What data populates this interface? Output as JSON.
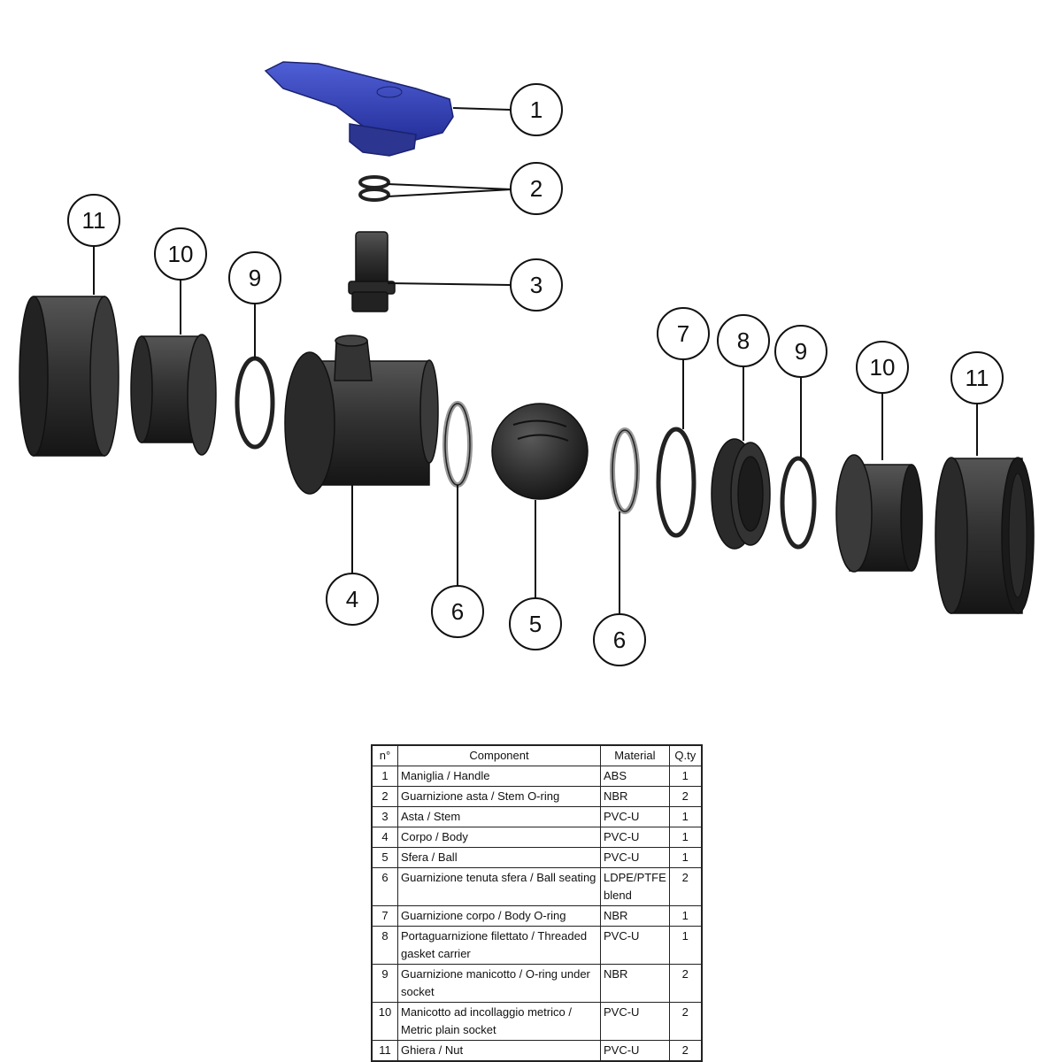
{
  "diagram": {
    "callouts": [
      "1",
      "2",
      "3",
      "4",
      "5",
      "6",
      "6",
      "7",
      "8",
      "9",
      "9",
      "10",
      "10",
      "11",
      "11"
    ],
    "handle_color": "#3344bb",
    "part_color": "#2b2b2b"
  },
  "table": {
    "headers": [
      "n°",
      "Component",
      "Material",
      "Q.ty"
    ],
    "rows": [
      {
        "n": "1",
        "component": "Maniglia / Handle",
        "material": "ABS",
        "qty": "1"
      },
      {
        "n": "2",
        "component": "Guarnizione asta / Stem O-ring",
        "material": "NBR",
        "qty": "2"
      },
      {
        "n": "3",
        "component": "Asta / Stem",
        "material": "PVC-U",
        "qty": "1"
      },
      {
        "n": "4",
        "component": "Corpo / Body",
        "material": "PVC-U",
        "qty": "1"
      },
      {
        "n": "5",
        "component": "Sfera / Ball",
        "material": "PVC-U",
        "qty": "1"
      },
      {
        "n": "6",
        "component": "Guarnizione tenuta sfera / Ball seating",
        "material": "LDPE/PTFE blend",
        "qty": "2"
      },
      {
        "n": "7",
        "component": "Guarnizione corpo / Body O-ring",
        "material": "NBR",
        "qty": "1"
      },
      {
        "n": "8",
        "component": "Portaguarnizione filettato / Threaded gasket carrier",
        "material": "PVC-U",
        "qty": "1"
      },
      {
        "n": "9",
        "component": "Guarnizione manicotto / O-ring under socket",
        "material": "NBR",
        "qty": "2"
      },
      {
        "n": "10",
        "component": "Manicotto ad incollaggio metrico / Metric plain socket",
        "material": "PVC-U",
        "qty": "2"
      },
      {
        "n": "11",
        "component": "Ghiera / Nut",
        "material": "PVC-U",
        "qty": "2"
      }
    ]
  }
}
